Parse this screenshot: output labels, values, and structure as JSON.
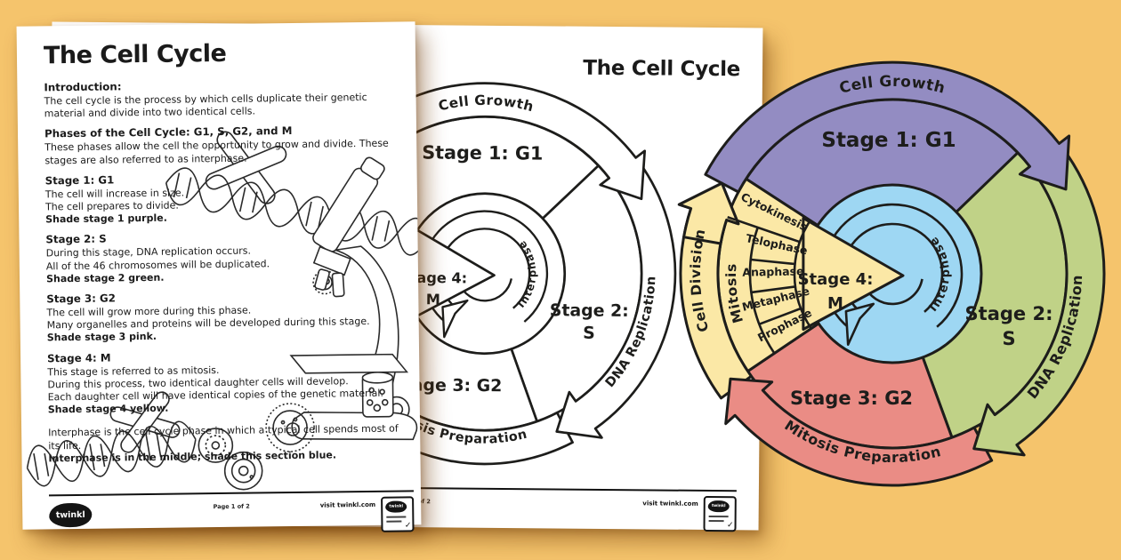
{
  "colors": {
    "background": "#f5c46c",
    "paper": "#ffffff",
    "purple": "#938cc2",
    "green": "#c0d287",
    "red": "#ea8c85",
    "yellow": "#fbe8a6",
    "blue": "#9ed7f3",
    "outline": "#1d1d1b"
  },
  "page1": {
    "title": "The Cell Cycle",
    "sections": [
      {
        "heading": "Introduction:",
        "lines": [
          "The cell cycle is the process by which cells duplicate their genetic material and divide into two identical cells."
        ]
      },
      {
        "heading": "Phases of the Cell Cycle: G1, S, G2, and M",
        "lines": [
          "These phases allow the cell the opportunity to grow and divide. These stages are also referred to as interphase."
        ]
      },
      {
        "heading": "Stage 1: G1",
        "lines": [
          "The cell will increase in size.",
          "The cell prepares to divide."
        ],
        "bold_line": "Shade stage 1 purple."
      },
      {
        "heading": "Stage 2: S",
        "lines": [
          "During this stage, DNA replication occurs.",
          "All of the 46 chromosomes will be duplicated."
        ],
        "bold_line": "Shade stage 2 green."
      },
      {
        "heading": "Stage 3: G2",
        "lines": [
          "The cell will grow more during this phase.",
          "Many organelles and proteins will be developed during this stage."
        ],
        "bold_line": "Shade stage 3 pink."
      },
      {
        "heading": "Stage 4: M",
        "lines": [
          "This stage is referred to as mitosis.",
          "During this process, two identical daughter cells will develop.",
          "Each daughter cell will have identical copies of the genetic material."
        ],
        "bold_line": "Shade stage 4 yellow."
      }
    ],
    "closing": {
      "line": "Interphase is the cell cycle phase in which a typical cell spends most of its life.",
      "bold_line": "Interphase is in the middle; shade this section blue."
    },
    "footer": {
      "logo": "twinkl",
      "page_label": "Page 1 of 2",
      "visit_label": "visit twinkl.com",
      "badge": "twinkl"
    }
  },
  "page2": {
    "title": "The Cell Cycle",
    "footer": {
      "page_label": "Page 2 of 2",
      "visit_label": "visit twinkl.com",
      "badge": "twinkl"
    }
  },
  "diagram": {
    "outer_labels": {
      "cell_growth": "Cell Growth",
      "dna_replication": "DNA Replication",
      "mitosis_preparation": "Mitosis Preparation",
      "cell_division": "Cell Division"
    },
    "stages": {
      "stage1": "Stage 1: G1",
      "stage2_line1": "Stage 2:",
      "stage2_line2": "S",
      "stage3": "Stage 3: G2",
      "stage4_line1": "Stage 4:",
      "stage4_line2": "M"
    },
    "mitosis_phases": {
      "mitosis": "Mitosis",
      "cytokinesis": "Cytokinesis",
      "telophase": "Telophase",
      "anaphase": "Anaphase",
      "metaphase": "Metaphase",
      "prophase": "Prophase"
    },
    "interphase": "Interphase"
  }
}
